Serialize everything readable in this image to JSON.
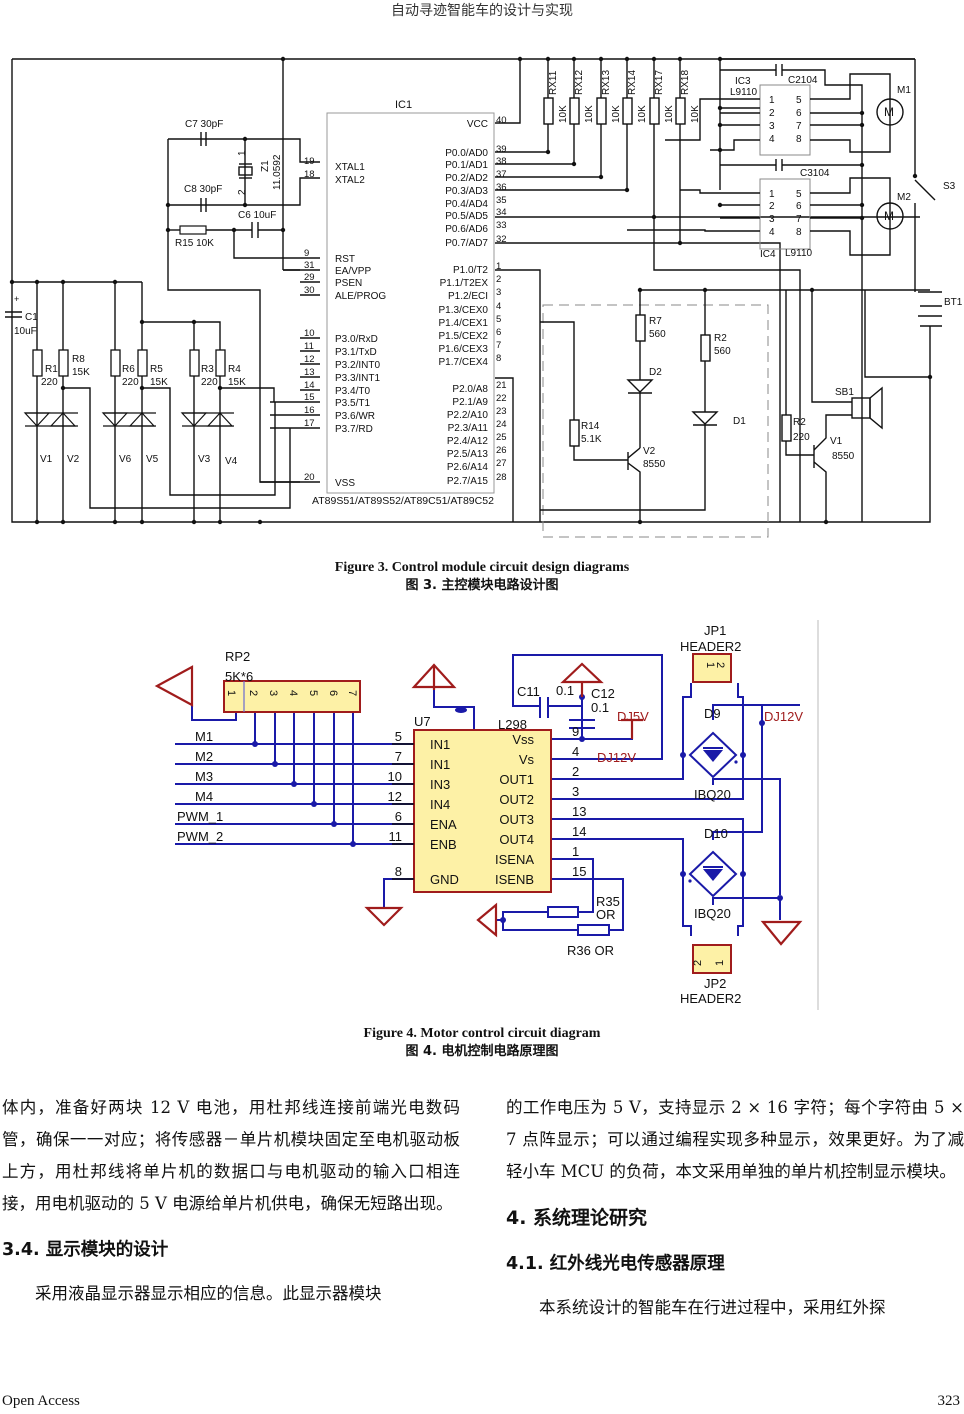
{
  "header": {
    "running_title": "自动寻迹智能车的设计与实现"
  },
  "figure3": {
    "caption_en": "Figure 3. Control module circuit design diagrams",
    "caption_zh": "图 3.  主控模块电路设计图",
    "ic1": {
      "ref": "IC1",
      "part": "AT89S51/AT89S52/AT89C51/AT89C52",
      "left_pins": [
        {
          "num": "19",
          "name": "XTAL1"
        },
        {
          "num": "18",
          "name": "XTAL2"
        },
        {
          "num": "9",
          "name": "RST"
        },
        {
          "num": "31",
          "name": "EA/VPP"
        },
        {
          "num": "29",
          "name": "PSEN"
        },
        {
          "num": "30",
          "name": "ALE/PROG"
        },
        {
          "num": "10",
          "name": "P3.0/RxD"
        },
        {
          "num": "11",
          "name": "P3.1/TxD"
        },
        {
          "num": "12",
          "name": "P3.2/INT0"
        },
        {
          "num": "13",
          "name": "P3.3/INT1"
        },
        {
          "num": "14",
          "name": "P3.4/T0"
        },
        {
          "num": "15",
          "name": "P3.5/T1"
        },
        {
          "num": "16",
          "name": "P3.6/WR"
        },
        {
          "num": "17",
          "name": "P3.7/RD"
        },
        {
          "num": "20",
          "name": "VSS"
        }
      ],
      "right_pins": [
        {
          "num": "40",
          "name": "VCC"
        },
        {
          "num": "39",
          "name": "P0.0/AD0"
        },
        {
          "num": "38",
          "name": "P0.1/AD1"
        },
        {
          "num": "37",
          "name": "P0.2/AD2"
        },
        {
          "num": "36",
          "name": "P0.3/AD3"
        },
        {
          "num": "35",
          "name": "P0.4/AD4"
        },
        {
          "num": "34",
          "name": "P0.5/AD5"
        },
        {
          "num": "33",
          "name": "P0.6/AD6"
        },
        {
          "num": "32",
          "name": "P0.7/AD7"
        },
        {
          "num": "1",
          "name": "P1.0/T2"
        },
        {
          "num": "2",
          "name": "P1.1/T2EX"
        },
        {
          "num": "3",
          "name": "P1.2/ECI"
        },
        {
          "num": "4",
          "name": "P1.3/CEX0"
        },
        {
          "num": "5",
          "name": "P1.4/CEX1"
        },
        {
          "num": "6",
          "name": "P1.5/CEX2"
        },
        {
          "num": "7",
          "name": "P1.6/CEX3"
        },
        {
          "num": "8",
          "name": "P1.7/CEX4"
        },
        {
          "num": "21",
          "name": "P2.0/A8"
        },
        {
          "num": "22",
          "name": "P2.1/A9"
        },
        {
          "num": "23",
          "name": "P2.2/A10"
        },
        {
          "num": "24",
          "name": "P2.3/A11"
        },
        {
          "num": "25",
          "name": "P2.4/A12"
        },
        {
          "num": "26",
          "name": "P2.5/A13"
        },
        {
          "num": "27",
          "name": "P2.6/A14"
        },
        {
          "num": "28",
          "name": "P2.7/A15"
        }
      ]
    },
    "labels": {
      "c7": "C7 30pF",
      "c8": "C8 30pF",
      "c6": "C6 10uF",
      "r15": "R15 10K",
      "z1": "Z1",
      "z1_val": "11.0592",
      "z1_pin1": "1",
      "z1_pin2": "2",
      "c1": "C1",
      "c1_val": "10uF",
      "r1": "R1",
      "r1_val": "220",
      "r8": "R8",
      "r8_val": "15K",
      "r6": "R6",
      "r6_val": "220",
      "r5": "R5",
      "r5_val": "15K",
      "r3": "R3",
      "r3_val": "220",
      "r4": "R4",
      "r4_val": "15K",
      "v1": "V1",
      "v2": "V2",
      "v6": "V6",
      "v5": "V5",
      "v3": "V3",
      "v4": "V4",
      "rx": [
        "RX11",
        "RX12",
        "RX13",
        "RX14",
        "RX17",
        "RX18"
      ],
      "rx_val": "10K",
      "ic3": "IC3",
      "ic3_part": "L9110",
      "ic4": "IC4",
      "ic4_part": "L9110",
      "c2": "C2104",
      "c3": "C3104",
      "ic_pins_left": [
        "1",
        "2",
        "3",
        "4"
      ],
      "ic_pins_right": [
        "5",
        "6",
        "7",
        "8"
      ],
      "m1": "M1",
      "m2": "M2",
      "motor": "M",
      "s3": "S3",
      "bt1": "BT1",
      "r7": "R7",
      "r7_val": "560",
      "r2a": "R2",
      "r2a_val": "560",
      "d2": "D2",
      "d1": "D1",
      "r14": "R14",
      "r14_val": "5.1K",
      "v2b": "V2",
      "v2b_val": "8550",
      "sb1": "SB1",
      "r2b": "R2",
      "r2b_val": "220",
      "v1b": "V1",
      "v1b_val": "8550"
    }
  },
  "figure4": {
    "caption_en": "Figure 4. Motor control circuit diagram",
    "caption_zh": "图 4.  电机控制电路原理图",
    "rp2": {
      "ref": "RP2",
      "value": "5K*6",
      "pins": [
        "1",
        "2",
        "3",
        "4",
        "5",
        "6",
        "7"
      ]
    },
    "u7": {
      "ref": "U7",
      "part": "L298",
      "left_pins": [
        {
          "num": "5",
          "name": "IN1",
          "net": "M1"
        },
        {
          "num": "7",
          "name": "IN1",
          "net": "M2"
        },
        {
          "num": "10",
          "name": "IN3",
          "net": "M3"
        },
        {
          "num": "12",
          "name": "IN4",
          "net": "M4"
        },
        {
          "num": "6",
          "name": "ENA",
          "net": "PWM_1"
        },
        {
          "num": "11",
          "name": "ENB",
          "net": "PWM_2"
        },
        {
          "num": "8",
          "name": "GND",
          "net": ""
        }
      ],
      "right_pins": [
        {
          "num": "9",
          "name": "Vss"
        },
        {
          "num": "4",
          "name": "Vs"
        },
        {
          "num": "2",
          "name": "OUT1"
        },
        {
          "num": "3",
          "name": "OUT2"
        },
        {
          "num": "13",
          "name": "OUT3"
        },
        {
          "num": "14",
          "name": "OUT4"
        },
        {
          "num": "1",
          "name": "ISENA"
        },
        {
          "num": "15",
          "name": "ISENB"
        }
      ]
    },
    "labels": {
      "c11": "C11",
      "c11_val": "0.1",
      "c12": "C12",
      "c12_val": "0.1",
      "dj5v": "DJ5V",
      "dj12v_a": "DJ12V",
      "dj12v_b": "DJ12V",
      "jp1": "JP1",
      "jp1_part": "HEADER2",
      "jp2": "JP2",
      "jp2_part": "HEADER2",
      "jp_pins": [
        "1",
        "2"
      ],
      "d9": "D9",
      "d10": "D10",
      "ibq_a": "IBQ20",
      "ibq_b": "IBQ20",
      "r35": "R35",
      "r35_val": "OR",
      "r36": "R36  OR"
    }
  },
  "body": {
    "left_col": {
      "para1": "体内，准备好两块 12 V 电池，用杜邦线连接前端光电数码管，确保一一对应；将传感器－单片机模块固定至电机驱动板上方，用杜邦线将单片机的数据口与电机驱动的输入口相连接，用电机驱动的 5 V 电源给单片机供电，确保无短路出现。",
      "section_34": "3.4.  显示模块的设计",
      "para2": "采用液晶显示器显示相应的信息。此显示器模块"
    },
    "right_col": {
      "para1": "的工作电压为 5 V，支持显示 2 × 16 字符；每个字符由 5 × 7 点阵显示；可以通过编程实现多种显示，效果更好。为了减轻小车 MCU 的负荷，本文采用单独的单片机控制显示模块。",
      "section_4": "4.  系统理论研究",
      "section_41": "4.1.  红外线光电传感器原理",
      "para2": "本系统设计的智能车在行进过程中，采用红外探"
    }
  },
  "footer": {
    "left": "Open Access",
    "page": "323"
  },
  "colors": {
    "wire_fig4": "#1a1aa8",
    "symbol_fig4": "#a01c1c",
    "chip_fill": "#fdf1a6",
    "net_label": "#a01c1c"
  }
}
